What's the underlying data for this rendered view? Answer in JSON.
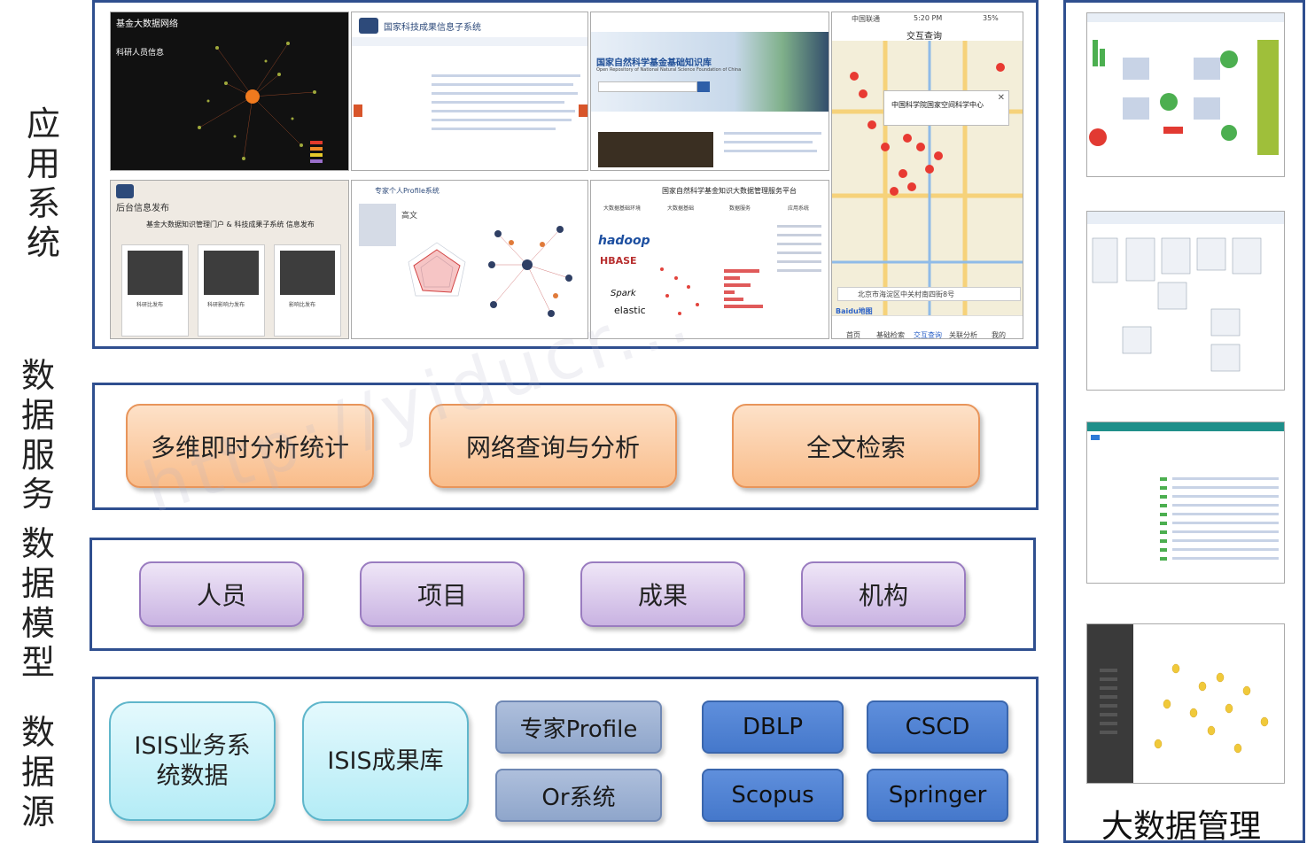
{
  "side_labels": {
    "application": [
      "应",
      "用",
      "系",
      "统"
    ],
    "data_service": [
      "数",
      "据",
      "服",
      "务"
    ],
    "data_model": [
      "数",
      "据",
      "模",
      "型"
    ],
    "data_source": [
      "数",
      "据",
      "源"
    ]
  },
  "data_service": {
    "items": [
      "多维即时分析统计",
      "网络查询与分析",
      "全文检索"
    ]
  },
  "data_model": {
    "items": [
      "人员",
      "项目",
      "成果",
      "机构"
    ]
  },
  "data_source": {
    "isis_business_line1": "ISIS业务系",
    "isis_business_line2": "统数据",
    "isis_results": "ISIS成果库",
    "expert_profile": "专家Profile",
    "or_system": "Or系统",
    "dblp": "DBLP",
    "cscd": "CSCD",
    "scopus": "Scopus",
    "springer": "Springer"
  },
  "screenshots": {
    "s1_title": "基金大数据网络",
    "s1_subtitle": "科研人员信息",
    "s2_title": "国家科技成果信息子系统",
    "s3_title": "国家自然科学基金基础知识库",
    "s3_sub": "Open Repository of National Natural Science Foundation of China",
    "s4_carrier": "中国联通",
    "s4_time": "5:20 PM",
    "s4_battery": "35%",
    "s4_title": "交互查询",
    "s4_popup": "中国科学院国家空间科学中心",
    "s4_address": "北京市海淀区中关村南四街8号",
    "s4_logo": "Baidu地图",
    "s4_tabs": [
      "首页",
      "基础检索",
      "交互查询",
      "关联分析",
      "我的"
    ],
    "s5_title": "后台信息发布",
    "s5_heading": "基金大数据知识管理门户 & 科技成果子系统 信息发布",
    "s5_cards": [
      "科研比发布",
      "科研影响力发布",
      "影响比发布"
    ],
    "s6_title": "专家个人Profile系统",
    "s6_name": "高文",
    "s7_title": "国家自然科学基金知识大数据管理服务平台",
    "s7_cols": [
      "大数据基础环境",
      "大数据基础",
      "数据服务",
      "应用系统"
    ],
    "s7_logos": [
      "hadoop",
      "HBASE",
      "Spark",
      "elastic"
    ]
  },
  "right_panel": {
    "title": "大数据管理"
  },
  "watermark": "http://yiducr..."
}
